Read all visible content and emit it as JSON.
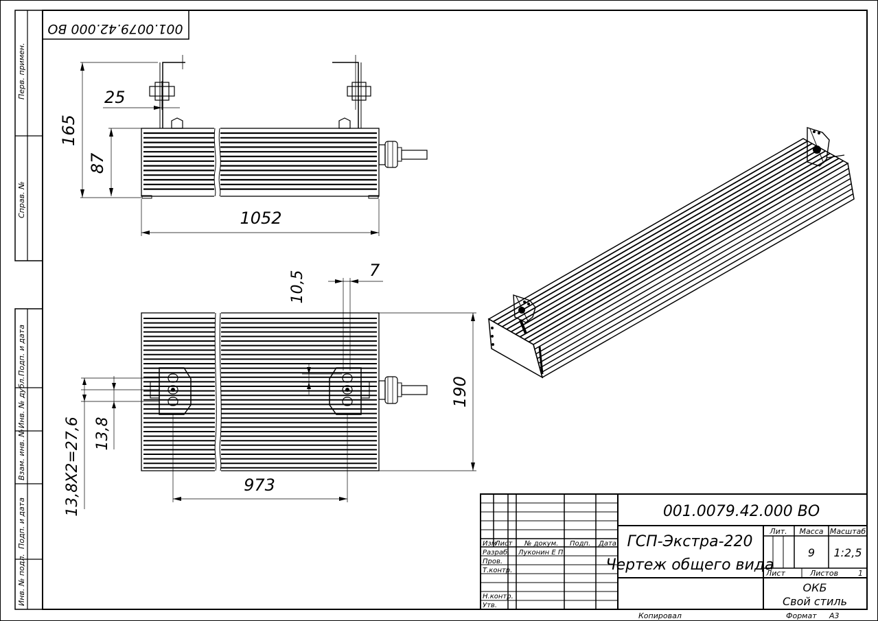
{
  "sheet": {
    "doc_code_stamp": "001.0079.42.000 ВО",
    "doc_code_corner": "001.0079.42.000 ВО",
    "product_name": "ГСП-Экстра-220",
    "drawing_name": "Чертеж общего вида",
    "organization_line1": "ОКБ",
    "organization_line2": "Свой стиль",
    "copied_label": "Копировал",
    "format_label": "Формат",
    "format_value": "А3"
  },
  "title_block": {
    "headers": [
      "Изм",
      "Лист",
      "№ докум.",
      "Подп.",
      "Дата"
    ],
    "roles": [
      "Разраб.",
      "Пров.",
      "Т.контр.",
      "",
      "Н.контр.",
      "Утв."
    ],
    "developer_name": "Луконин Е П",
    "lit_label": "Лит.",
    "mass_label": "Масса",
    "scale_label": "Масштаб",
    "mass_value": "9",
    "scale_value": "1:2,5",
    "sheet_label": "Лист",
    "sheets_label": "Листов",
    "sheets_value": "1"
  },
  "side_stamp": {
    "labels": [
      "Перв. примен.",
      "Справ. №",
      "Подп. и дата",
      "Инв. № дубл.",
      "Взам. инв. №",
      "Подп. и дата",
      "Инв. № подл."
    ]
  },
  "dimensions": {
    "overall_height": "165",
    "body_height": "87",
    "bracket_offset": "25",
    "overall_length": "1052",
    "slot_width": "10,5",
    "slot_gap": "7",
    "overall_width": "190",
    "mount_spacing": "973",
    "hole_pitch": "13,8",
    "hole_pitch_total": "13,8Х2=27,6"
  }
}
